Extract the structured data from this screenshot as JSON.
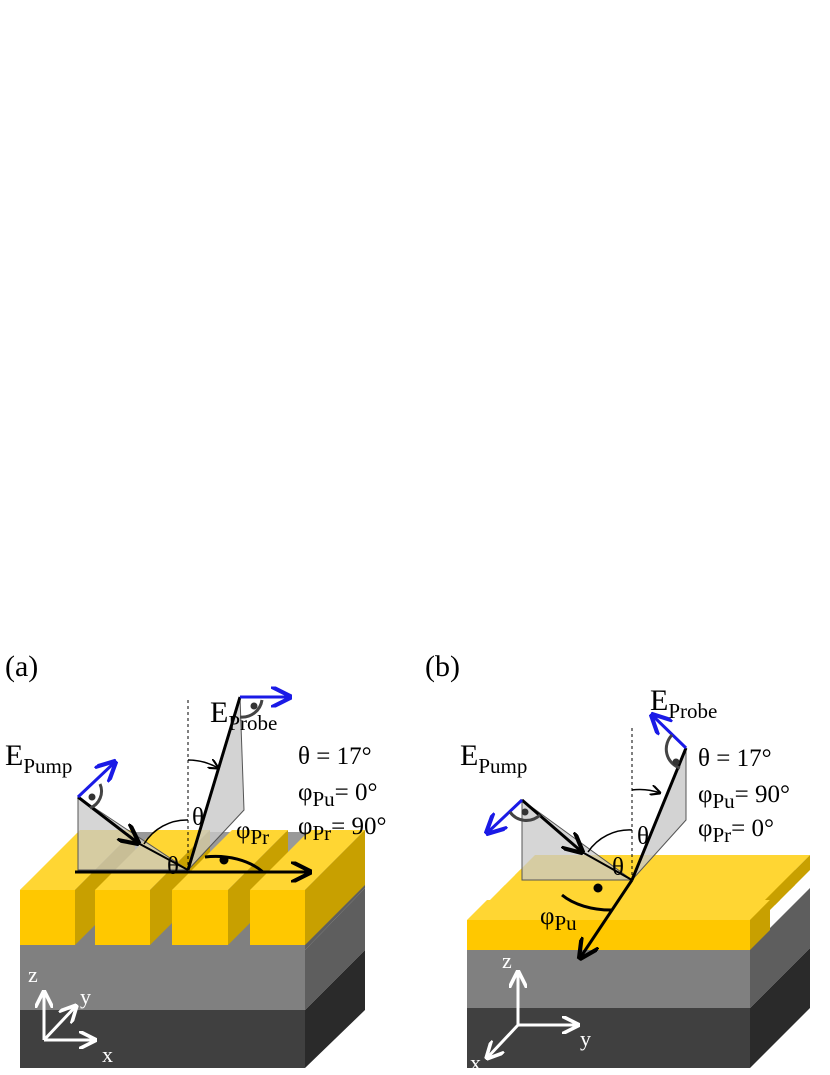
{
  "panels": [
    {
      "label": "(a)",
      "pump_label": "E",
      "pump_sub": "Pump",
      "probe_label": "E",
      "probe_sub": "Probe",
      "theta_eq": "θ = 17°",
      "phi_pu_sym": "φ",
      "phi_pu_sub": "Pu",
      "phi_pu_eq": "= 0°",
      "phi_pr_sym": "φ",
      "phi_pr_sub": "Pr",
      "phi_pr_eq": "= 90°",
      "theta_in": "θ",
      "theta_out": "θ",
      "phi_marker_sym": "φ",
      "phi_marker_sub": "Pr",
      "axes": {
        "z": "z",
        "y": "y",
        "x": "x"
      }
    },
    {
      "label": "(b)",
      "pump_label": "E",
      "pump_sub": "Pump",
      "probe_label": "E",
      "probe_sub": "Probe",
      "theta_eq": "θ = 17°",
      "phi_pu_sym": "φ",
      "phi_pu_sub": "Pu",
      "phi_pu_eq": "= 90°",
      "phi_pr_sym": "φ",
      "phi_pr_sub": "Pr",
      "phi_pr_eq": "= 0°",
      "theta_in": "θ",
      "theta_out": "θ",
      "phi_marker_sym": "φ",
      "phi_marker_sub": "Pu",
      "axes": {
        "z": "z",
        "y": "y",
        "x": "x"
      }
    }
  ],
  "colors": {
    "gold_top": "#FFD633",
    "gold_front": "#FFC800",
    "gold_side": "#C8A000",
    "mid_gray_front": "#808080",
    "mid_gray_top": "#999999",
    "mid_gray_side": "#5E5E5E",
    "dark_front": "#404040",
    "dark_side": "#2A2A2A",
    "plane_fill": "#C8C8C8",
    "polarization": "#1A1AE6"
  }
}
